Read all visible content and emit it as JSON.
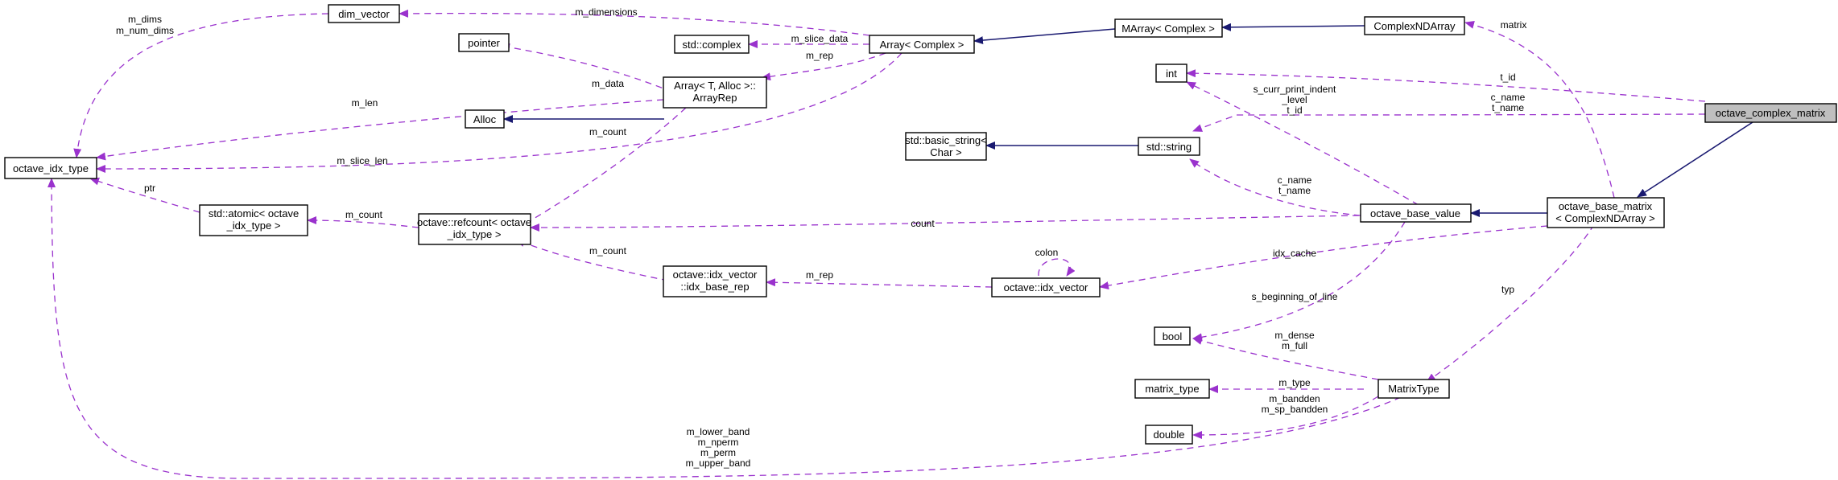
{
  "colors": {
    "dependency": "#9a32cd",
    "inheritance": "#191970",
    "focus_fill": "#bfbfbf"
  },
  "nodes": {
    "octave_idx_type": [
      "octave_idx_type"
    ],
    "dim_vector": [
      "dim_vector"
    ],
    "pointer": [
      "pointer"
    ],
    "alloc": [
      "Alloc"
    ],
    "arrayrep": [
      "Array< T, Alloc >::",
      "ArrayRep"
    ],
    "std_complex": [
      "std::complex"
    ],
    "array_complex": [
      "Array< Complex >"
    ],
    "marray_complex": [
      "MArray< Complex >"
    ],
    "complexndarray": [
      "ComplexNDArray"
    ],
    "int": [
      "int"
    ],
    "octave_complex_matrix": [
      "octave_complex_matrix"
    ],
    "basic_string": [
      "std::basic_string<",
      "Char >"
    ],
    "std_string": [
      "std::string"
    ],
    "std_atomic": [
      "std::atomic< octave",
      "_idx_type >"
    ],
    "refcount": [
      "octave::refcount< octave",
      "_idx_type >"
    ],
    "octave_base_value": [
      "octave_base_value"
    ],
    "octave_base_matrix": [
      "octave_base_matrix",
      "< ComplexNDArray >"
    ],
    "idx_base_rep": [
      "octave::idx_vector",
      "::idx_base_rep"
    ],
    "idx_vector": [
      "octave::idx_vector"
    ],
    "bool": [
      "bool"
    ],
    "matrix_type": [
      "matrix_type"
    ],
    "MatrixType": [
      "MatrixType"
    ],
    "double": [
      "double"
    ]
  },
  "edge_labels": {
    "m_dims": [
      "m_dims",
      "m_num_dims"
    ],
    "m_dimensions": [
      "m_dimensions"
    ],
    "m_data": [
      "m_data"
    ],
    "m_slice_data": [
      "m_slice_data"
    ],
    "m_rep_array": [
      "m_rep"
    ],
    "matrix": [
      "matrix"
    ],
    "m_len": [
      "m_len"
    ],
    "t_id": [
      "t_id"
    ],
    "s_curr": [
      "s_curr_print_indent",
      "_level",
      "t_id"
    ],
    "c_name_right": [
      "c_name",
      "t_name"
    ],
    "m_count_arrayrep": [
      "m_count"
    ],
    "m_slice_len": [
      "m_slice_len"
    ],
    "ptr": [
      "ptr"
    ],
    "c_name_mid": [
      "c_name",
      "t_name"
    ],
    "m_count_atomic": [
      "m_count"
    ],
    "count": [
      "count"
    ],
    "m_count_idx": [
      "m_count"
    ],
    "colon": [
      "colon"
    ],
    "idx_cache": [
      "idx_cache"
    ],
    "m_rep_idx": [
      "m_rep"
    ],
    "typ": [
      "typ"
    ],
    "s_beginning_of_line": [
      "s_beginning_of_line"
    ],
    "m_dense": [
      "m_dense",
      "m_full"
    ],
    "m_type": [
      "m_type"
    ],
    "m_bandden": [
      "m_bandden",
      "m_sp_bandden"
    ],
    "m_lower_band": [
      "m_lower_band",
      "m_nperm",
      "m_perm",
      "m_upper_band"
    ]
  }
}
